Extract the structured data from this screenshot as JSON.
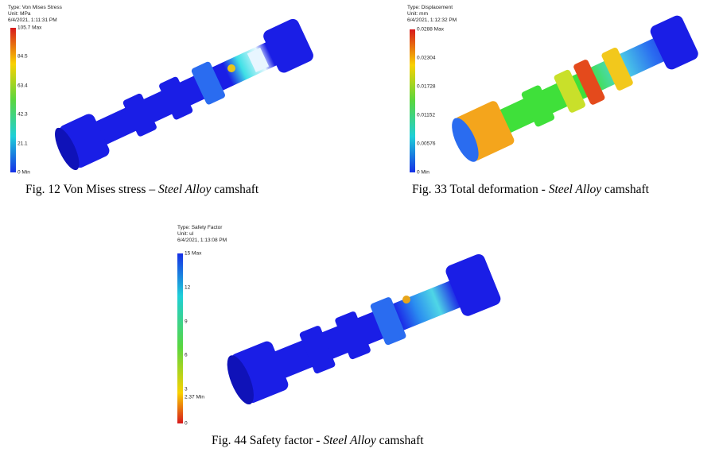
{
  "figures": [
    {
      "meta": [
        "Type: Von Mises Stress",
        "Unit: MPa",
        "6/4/2021, 1:11:31 PM"
      ],
      "legend": [
        "105.7 Max",
        "84.5",
        "63.4",
        "42.3",
        "21.1",
        "0 Min"
      ],
      "caption": {
        "prefix": "Fig. 12  Von Mises stress – ",
        "italic": "Steel Alloy",
        "suffix": " camshaft"
      }
    },
    {
      "meta": [
        "Type: Displacement",
        "Unit: mm",
        "6/4/2021, 1:12:32 PM"
      ],
      "legend": [
        "0.0288 Max",
        "0.02304",
        "0.01728",
        "0.01152",
        "0.00576",
        "0 Min"
      ],
      "caption": {
        "prefix": "Fig. 33  Total deformation - ",
        "italic": "Steel Alloy",
        "suffix": " camshaft"
      }
    },
    {
      "meta": [
        "Type: Safety Factor",
        "Unit: ul",
        "6/4/2021, 1:13:08 PM"
      ],
      "legend": [
        "15 Max",
        "12",
        "9",
        "6",
        "3",
        "2.37 Min",
        "0"
      ],
      "caption": {
        "prefix": "Fig. 44  Safety factor - ",
        "italic": "Steel Alloy",
        "suffix": " camshaft"
      }
    }
  ],
  "colors": {
    "stress_gradient": [
      "#d7191c",
      "#f9d100",
      "#59d63f",
      "#1ecfd8",
      "#1630e6"
    ],
    "displacement_gradient": [
      "#d7191c",
      "#f9d100",
      "#59d63f",
      "#1ecfd8",
      "#1630e6"
    ],
    "safety_gradient": [
      "#1630e6",
      "#1ecfd8",
      "#59d63f",
      "#f9d100",
      "#d7191c"
    ],
    "shaft_blue": "#1a1ee6",
    "shaft_green": "#3fe03a",
    "shaft_orange": "#f4a51c",
    "shaft_cyan": "#4fd6e6"
  }
}
